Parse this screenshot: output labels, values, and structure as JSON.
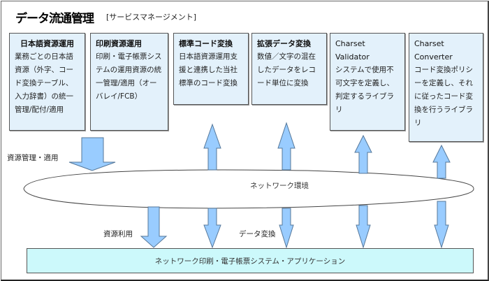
{
  "header": {
    "title": "データ流通管理",
    "subtitle": "[サービスマネージメント]"
  },
  "boxes": [
    {
      "title": "日本語資源運用",
      "body": "業務ごとの日本語資源（外字、コード変換テーブル、入力辞書）の統一管理/配付/適用"
    },
    {
      "title": "印刷資源運用",
      "body": "印刷・電子帳票システムの運用資源の統一管理/適用（オーバレイ/FCB）"
    },
    {
      "title": "標準コード変換",
      "body": "日本語資源運用支援と連携した当社標準のコード変換"
    },
    {
      "title": "拡張データ変換",
      "body": "数値／文字の混在したデータをレコード単位に変換"
    },
    {
      "title": "Charset Validator",
      "body": "システムで使用不可文字を定義し、判定するライブラリ"
    },
    {
      "title": "Charset Converter",
      "body": "コード変換ポリシーを定義し、それに従ったコード変換を行うライブラリ"
    }
  ],
  "labels": {
    "resource_management": "資源管理・適用",
    "resource_use": "資源利用",
    "data_conversion": "データ変換",
    "network_environment": "ネットワーク環境",
    "application_bar": "ネットワーク印刷・電子帳票システム・アプリケーション"
  },
  "colors": {
    "box_fill": "#e3f1fb",
    "arrow_fill": "#99ccff",
    "bar_fill": "#ccf9fb"
  }
}
